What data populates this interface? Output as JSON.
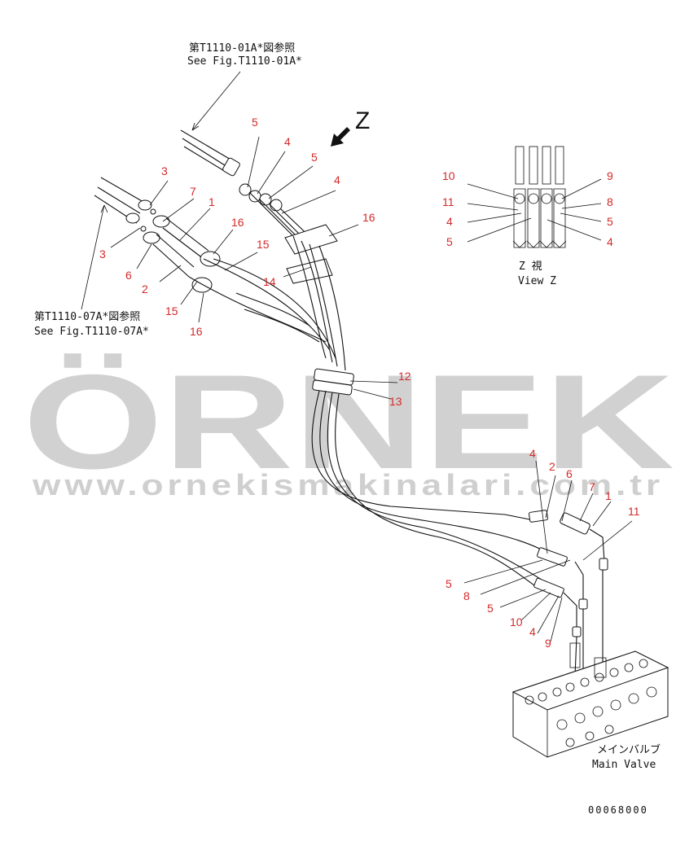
{
  "refs": {
    "top_jp": "第T1110-01A*図参照",
    "top_en": "See Fig.T1110-01A*",
    "left_jp": "第T1110-07A*図参照",
    "left_en": "See Fig.T1110-07A*"
  },
  "view": {
    "letter": "Z",
    "label_jp": "Z  視",
    "label_en": "View Z"
  },
  "main_valve": {
    "label_jp": "メインバルブ",
    "label_en": "Main Valve"
  },
  "watermark": {
    "brand": "ÖRNEK",
    "url": "www.ornekismakinalari.com.tr",
    "color": "#c7c7c7",
    "accent": "#e8c94a"
  },
  "drawing_code": "00068000",
  "callout_color": "#d42a2a",
  "callouts": {
    "upper": [
      "5",
      "4",
      "5",
      "4",
      "16",
      "3",
      "7",
      "1",
      "16",
      "15",
      "14",
      "3",
      "6",
      "2",
      "15",
      "16"
    ],
    "view_z": [
      "10",
      "11",
      "4",
      "5",
      "9",
      "8",
      "5",
      "4"
    ],
    "mid": [
      "12",
      "13"
    ],
    "lower": [
      "4",
      "2",
      "6",
      "7",
      "1",
      "11",
      "5",
      "8",
      "5",
      "10",
      "4",
      "9"
    ]
  }
}
